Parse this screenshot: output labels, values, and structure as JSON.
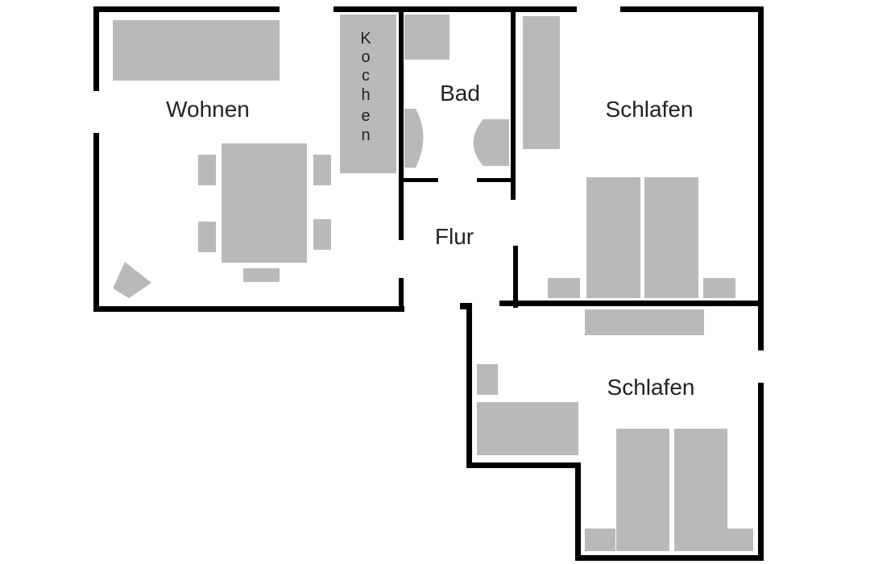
{
  "rooms": {
    "wohnen": "Wohnen",
    "kochen": [
      "K",
      "o",
      "c",
      "h",
      "e",
      "n"
    ],
    "bad": "Bad",
    "flur": "Flur",
    "schlafen_1": "Schlafen",
    "schlafen_2": "Schlafen"
  },
  "colors": {
    "wall": "#000000",
    "furniture": "#b9b9b9",
    "background": "#ffffff",
    "text": "#222222"
  }
}
